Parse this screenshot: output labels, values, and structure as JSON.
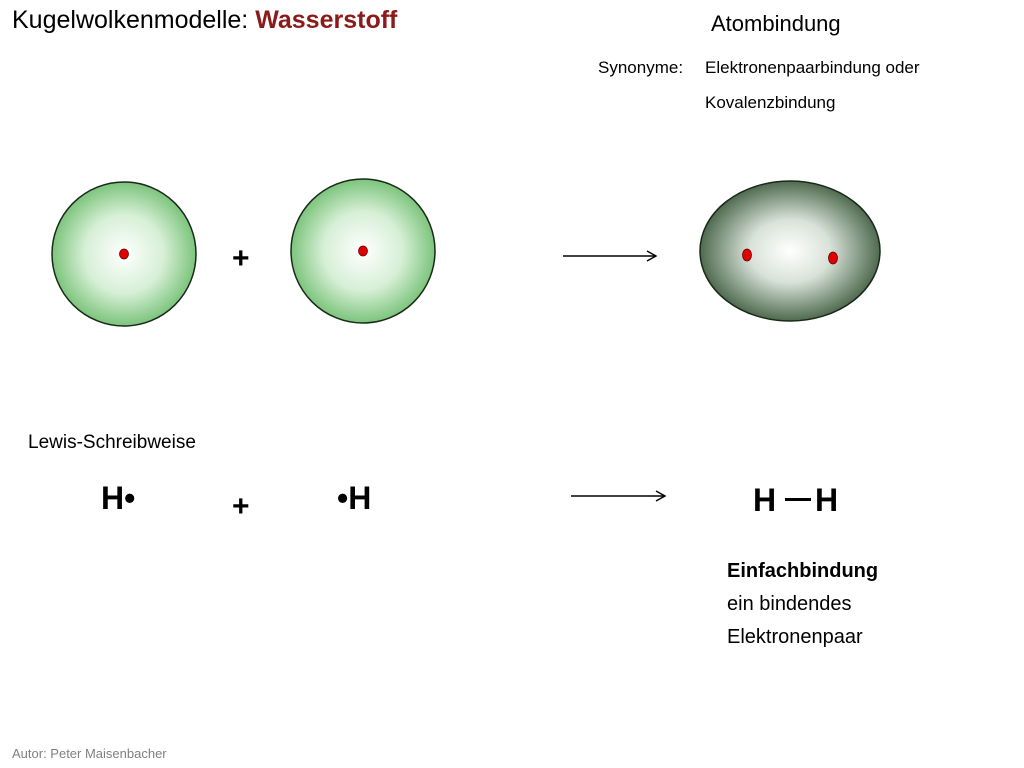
{
  "title": {
    "prefix": "Kugelwolkenmodelle: ",
    "element": "Wasserstoff"
  },
  "bond": {
    "heading": "Atombindung",
    "synonyms_label": "Synonyme:",
    "synonyms_line1": "Elektronenpaarbindung oder",
    "synonyms_line2": "Kovalenzbindung"
  },
  "orbital_model": {
    "plus": "+"
  },
  "lewis": {
    "label": "Lewis-Schreibweise",
    "atom_left": "H•",
    "atom_right": "•H",
    "plus": "+",
    "product_left": "H",
    "product_right": "H"
  },
  "description": {
    "heading": "Einfachbindung",
    "line1": "ein bindendes",
    "line2": "Elektronenpaar"
  },
  "footer": {
    "author": "Autor: Peter Maisenbacher"
  },
  "colors": {
    "title_element": "#8b1a1a",
    "atom_cloud_center": "#ffffff",
    "atom_cloud_edge": "#7cc47c",
    "molecule_cloud_edge": "#4f6a4f",
    "nucleus": "#e00000",
    "outline": "#1a2a1a",
    "footer_text": "#808080"
  }
}
